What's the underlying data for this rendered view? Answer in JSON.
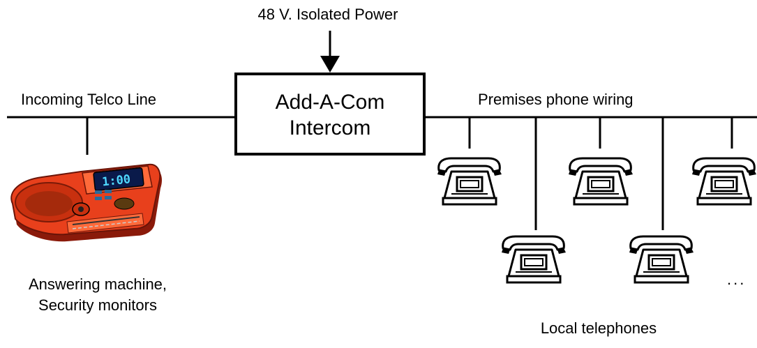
{
  "power_label": "48 V. Isolated Power",
  "telco_label": "Incoming Telco Line",
  "intercom_box": {
    "line1": "Add-A-Com",
    "line2": "Intercom"
  },
  "wiring_label": "Premises phone wiring",
  "answering_label": {
    "line1": "Answering machine,",
    "line2": "Security monitors"
  },
  "local_label": "Local telephones",
  "ellipsis": "...",
  "answering_machine_display": "1:00",
  "colors": {
    "line": "#000000",
    "machine_body": "#e8401c",
    "machine_dark": "#8a1a0a",
    "display": "#0a1a4a",
    "display_text": "#4fd8ff"
  }
}
